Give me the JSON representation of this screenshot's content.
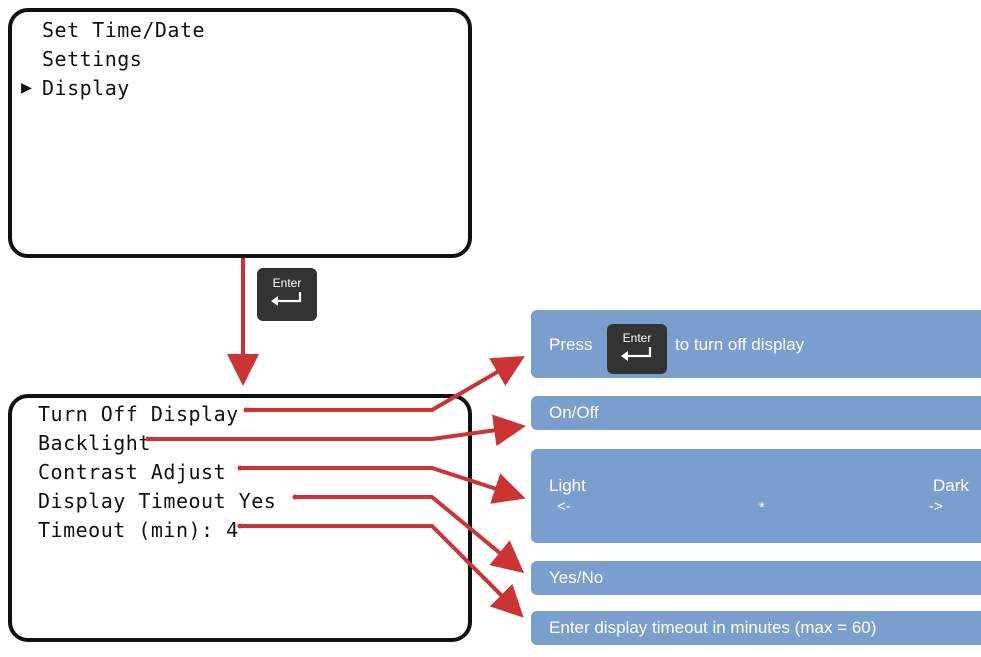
{
  "screen_main_menu": {
    "items": [
      "Set Time/Date",
      "Settings",
      "Display"
    ],
    "cursor": "▶",
    "selected_index": 2
  },
  "enter_key": {
    "label": "Enter",
    "icon": "return-arrow-icon"
  },
  "screen_display_menu": {
    "items": [
      "Turn Off Display",
      "Backlight",
      "Contrast Adjust",
      "Display Timeout Yes",
      "Timeout (min): 4"
    ]
  },
  "panels": {
    "press": {
      "before": "Press",
      "key_label": "Enter",
      "after": "to turn off display"
    },
    "onoff": {
      "text": "On/Off"
    },
    "contrast": {
      "left_label": "Light",
      "right_label": "Dark",
      "left_arrow": "<-",
      "marker": "*",
      "right_arrow": "->"
    },
    "yesno": {
      "text": "Yes/No"
    },
    "timeout": {
      "text": "Enter display timeout in minutes (max = 60)"
    }
  },
  "colors": {
    "arrow": "#cc3333",
    "panel": "#7a9fcf",
    "key": "#333333",
    "lcd_border": "#111111"
  }
}
